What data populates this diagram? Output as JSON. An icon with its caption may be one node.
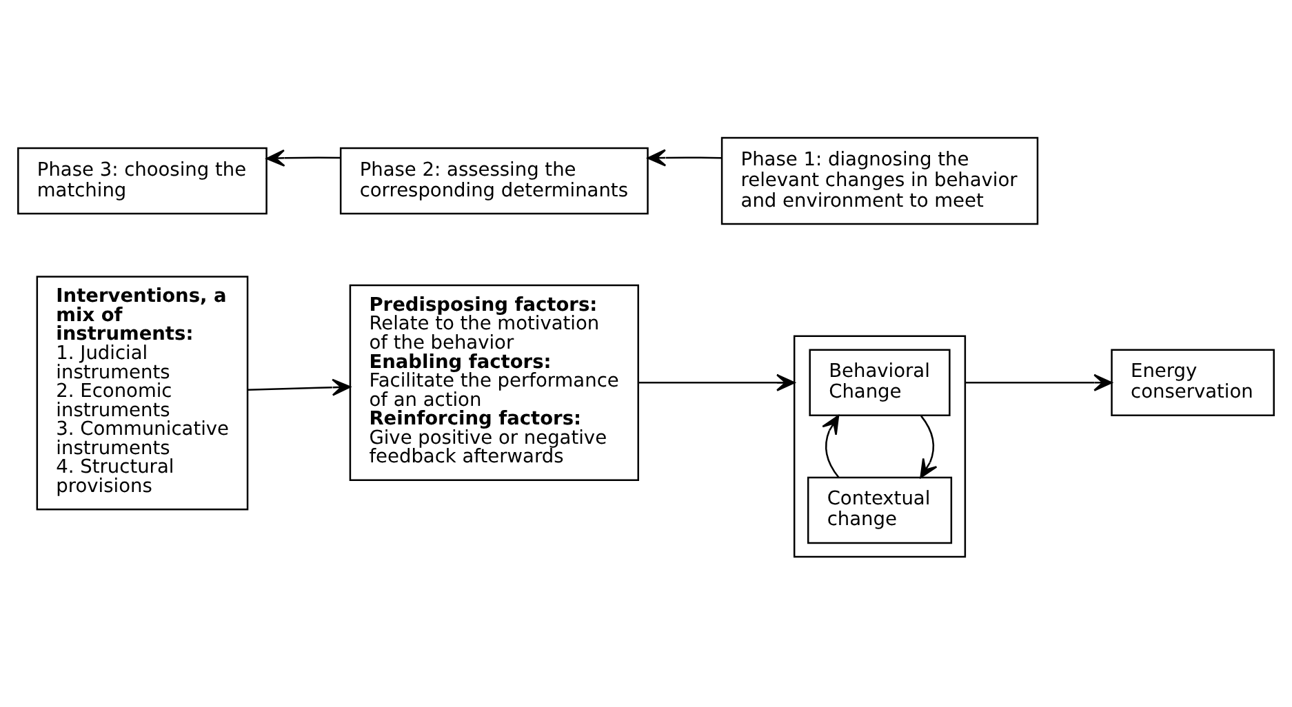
{
  "diagram": {
    "nodes": [
      {
        "text": [
          "Phase 3: choosing the matching"
        ]
      },
      {
        "text": [
          "Phase 2: assessing the corresponding determinants"
        ]
      },
      {
        "text": [
          "Phase 1: diagnosing the relevant changes in behavior and environment to meet"
        ]
      },
      {
        "text": [
          "Interventions, a mix of instruments:",
          "1. Judicial instruments",
          "2. Economic instruments",
          "3. Communicative instruments",
          "4. Structural provisions"
        ]
      },
      {
        "text": [
          "Predisposing factors:",
          "Relate to the motivation of the behavior",
          "Enabling factors:",
          "Facilitate the performance of an action",
          "Reinforcing factors:",
          "Give positive or negative feedback afterwards"
        ]
      },
      {
        "text": [],
        "shape": "box"
      },
      {
        "text": [
          "Behavioral Change"
        ],
        "in": 5
      },
      {
        "text": [
          "Contextual change"
        ],
        "in": 5
      },
      {
        "text": [
          "Energy conservation"
        ]
      }
    ],
    "edges": [
      {
        "from": 2,
        "to": 1,
        "arrow": "to"
      },
      {
        "from": 1,
        "to": 0,
        "arrow": "to"
      },
      {
        "from": 3,
        "to": 4,
        "arrow": "to"
      },
      {
        "from": 4,
        "to": 5,
        "arrow": "to"
      },
      {
        "from": 6,
        "to": 7,
        "arrow": "to"
      },
      {
        "from": 7,
        "to": 6,
        "arrow": "to"
      },
      {
        "from": 5,
        "to": 8,
        "arrow": "to"
      }
    ]
  }
}
